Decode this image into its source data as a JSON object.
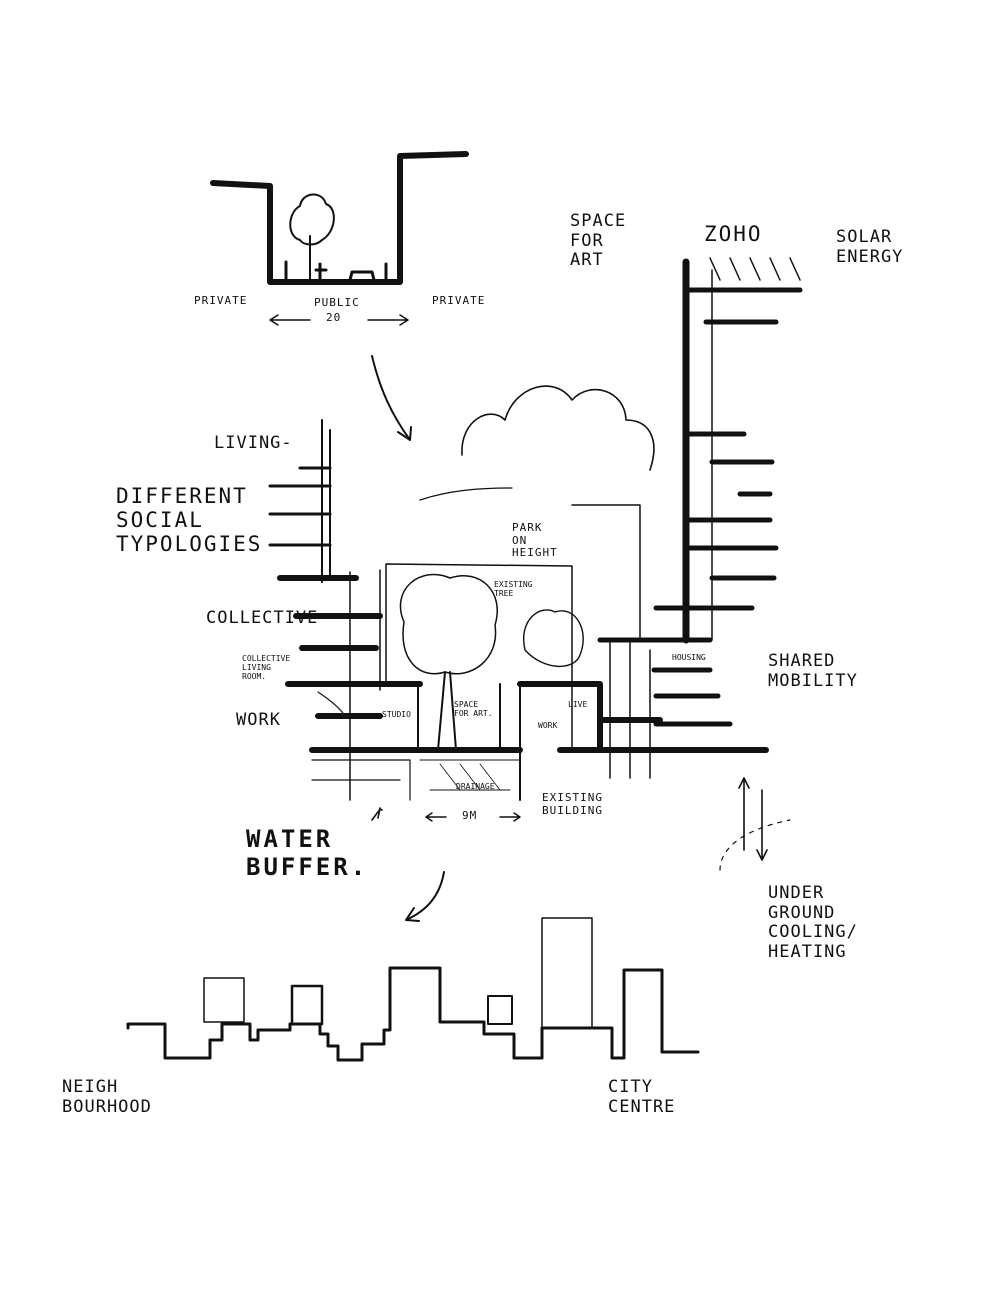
{
  "labels": {
    "private_left": "PRIVATE",
    "public": "PUBLIC",
    "private_right": "PRIVATE",
    "width_20": "20",
    "space_for_art_top": "SPACE\nFOR\nART",
    "zoho": "ZOHO",
    "solar_energy": "SOLAR\nENERGY",
    "living": "LIVING-",
    "different_social_typologies": "DIFFERENT\nSOCIAL\nTYPOLOGIES",
    "park_on_height": "PARK\nON\nHEIGHT",
    "existing_tree": "EXISTING\nTREE",
    "collective": "COLLECTIVE",
    "collective_living_room": "COLLECTIVE\nLIVING\nROOM.",
    "housing": "HOUSING",
    "shared_mobility": "SHARED\nMOBILITY",
    "studio": "STUDIO",
    "space_for_art_mid": "SPACE\nFOR ART.",
    "live": "LIVE",
    "work_small": "WORK",
    "work": "WORK",
    "drainage": "DRAINAGE",
    "existing_building": "EXISTING\nBUILDING",
    "width_9m": "9M",
    "water_buffer": "WATER\nBUFFER.",
    "underground_cooling_heating": "UNDER\nGROUND\nCOOLING/\nHEATING",
    "neighbourhood": "NEIGH\nBOURHOOD",
    "city_centre": "CITY\nCENTRE"
  }
}
